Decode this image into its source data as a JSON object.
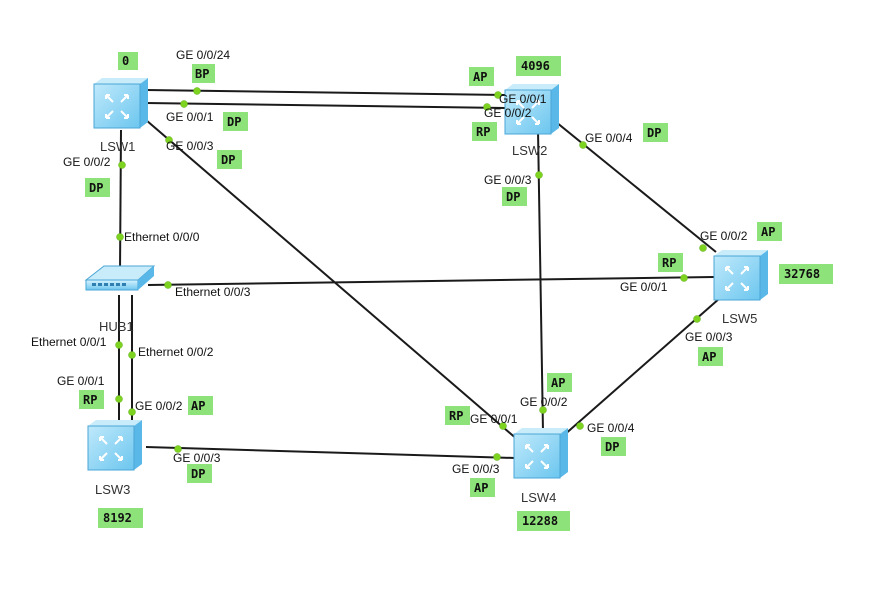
{
  "devices": {
    "lsw1": {
      "name": "LSW1",
      "priority": "0"
    },
    "lsw2": {
      "name": "LSW2",
      "priority": "4096"
    },
    "lsw3": {
      "name": "LSW3",
      "priority": "8192"
    },
    "lsw4": {
      "name": "LSW4",
      "priority": "12288"
    },
    "lsw5": {
      "name": "LSW5",
      "priority": "32768"
    },
    "hub1": {
      "name": "HUB1"
    }
  },
  "ports": {
    "lsw1_g24": "GE 0/0/24",
    "lsw1_g1": "GE 0/0/1",
    "lsw1_g3": "GE 0/0/3",
    "lsw1_g2": "GE 0/0/2",
    "lsw2_g1": "GE 0/0/1",
    "lsw2_g2": "GE 0/0/2",
    "lsw2_g3": "GE 0/0/3",
    "lsw2_g4": "GE 0/0/4",
    "lsw5_g2": "GE 0/0/2",
    "lsw5_g1": "GE 0/0/1",
    "lsw5_g3": "GE 0/0/3",
    "hub_e0": "Ethernet 0/0/0",
    "hub_e3": "Ethernet 0/0/3",
    "hub_e1": "Ethernet 0/0/1",
    "hub_e2": "Ethernet 0/0/2",
    "lsw3_g1": "GE 0/0/1",
    "lsw3_g2": "GE 0/0/2",
    "lsw3_g3": "GE 0/0/3",
    "lsw4_g1": "GE 0/0/1",
    "lsw4_g2": "GE 0/0/2",
    "lsw4_g3": "GE 0/0/3",
    "lsw4_g4": "GE 0/0/4"
  },
  "roles": {
    "lsw1_g24": "BP",
    "lsw1_g1": "DP",
    "lsw1_g3": "DP",
    "lsw1_g2": "DP",
    "lsw2_g1": "AP",
    "lsw2_g2": "RP",
    "lsw2_g3": "DP",
    "lsw2_g4": "DP",
    "lsw5_g2": "AP",
    "lsw5_g1": "RP",
    "lsw5_g3": "AP",
    "lsw3_g1": "RP",
    "lsw3_g2": "AP",
    "lsw3_g3": "DP",
    "lsw4_g1": "RP",
    "lsw4_g2": "AP",
    "lsw4_g3": "AP",
    "lsw4_g4": "DP"
  },
  "colors": {
    "badge": "#8ee27a",
    "port": "#7ed321",
    "link": "#1a1a1a",
    "switch": "#7fd0f5"
  },
  "icons": {
    "switch": "l3-switch-icon",
    "hub": "hub-icon"
  }
}
